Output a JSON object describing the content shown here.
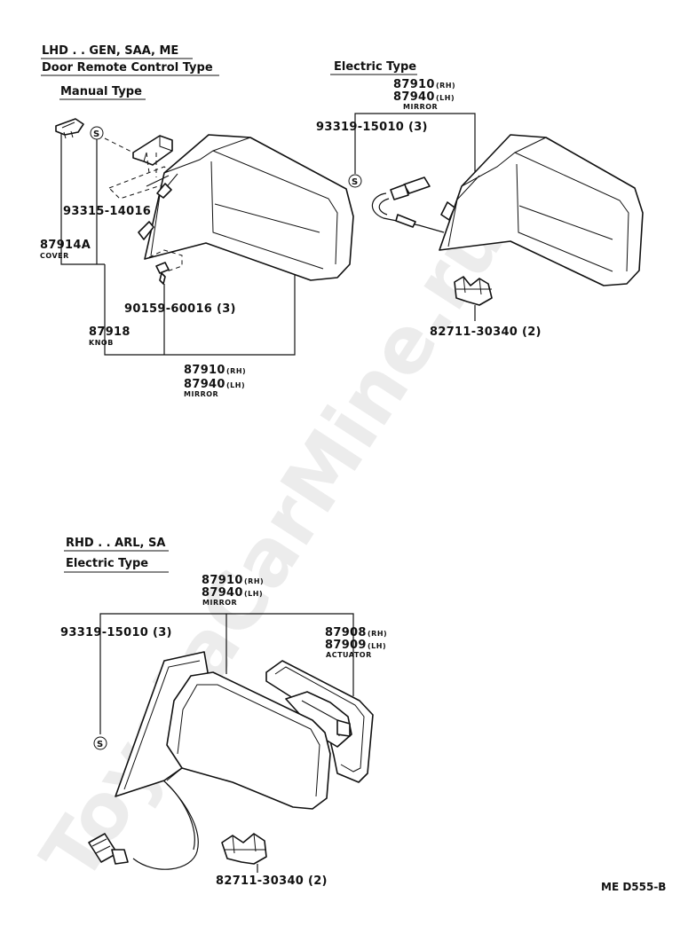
{
  "sections": {
    "lhd": {
      "header": "LHD . . GEN, SAA, ME",
      "subheader": "Door Remote Control Type",
      "manual": {
        "title": "Manual Type",
        "parts": {
          "p93315": "93315-14016",
          "p87914a": "87914A",
          "p87914a_desc": "COVER",
          "p90159": "90159-60016 (3)",
          "p87918": "87918",
          "p87918_desc": "KNOB",
          "mirror_rh": "87910",
          "mirror_rh_tag": "(RH)",
          "mirror_lh": "87940",
          "mirror_lh_tag": "(LH)",
          "mirror_desc": "MIRROR"
        }
      },
      "electric": {
        "title": "Electric Type",
        "parts": {
          "mirror_rh": "87910",
          "mirror_rh_tag": "(RH)",
          "mirror_lh": "87940",
          "mirror_lh_tag": "(LH)",
          "mirror_desc": "MIRROR",
          "p93319": "93319-15010 (3)",
          "p82711": "82711-30340 (2)"
        }
      }
    },
    "rhd": {
      "header": "RHD . . ARL, SA",
      "electric": {
        "title": "Electric Type",
        "parts": {
          "mirror_rh": "87910",
          "mirror_rh_tag": "(RH)",
          "mirror_lh": "87940",
          "mirror_lh_tag": "(LH)",
          "mirror_desc": "MIRROR",
          "p93319": "93319-15010 (3)",
          "act_rh": "87908",
          "act_rh_tag": "(RH)",
          "act_lh": "87909",
          "act_lh_tag": "(LH)",
          "act_desc": "ACTUATOR",
          "p82711": "82711-30340 (2)"
        }
      }
    }
  },
  "symbols": {
    "standard_part": "S"
  },
  "watermark": "ToyotaCarMine.ru",
  "footer_code": "ME D555-B"
}
